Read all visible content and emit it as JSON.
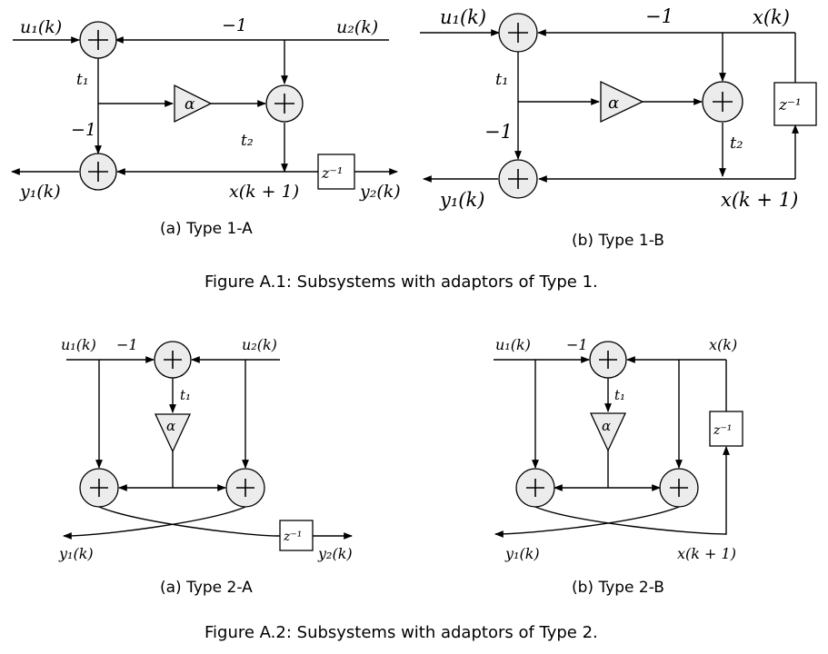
{
  "figure_a1": {
    "caption": "Figure A.1: Subsystems with adaptors of Type 1.",
    "sub_a": {
      "caption": "(a) Type 1-A",
      "u1": "u₁(k)",
      "u2": "u₂(k)",
      "y1": "y₁(k)",
      "y2": "y₂(k)",
      "xk1": "x(k + 1)",
      "t1": "t₁",
      "t2": "t₂",
      "minus_top": "−1",
      "minus_left": "−1",
      "alpha": "α",
      "delay": "z⁻¹"
    },
    "sub_b": {
      "caption": "(b) Type 1-B",
      "u1": "u₁(k)",
      "xk": "x(k)",
      "y1": "y₁(k)",
      "xk1": "x(k + 1)",
      "t1": "t₁",
      "t2": "t₂",
      "minus_top": "−1",
      "minus_left": "−1",
      "alpha": "α",
      "delay": "z⁻¹"
    }
  },
  "figure_a2": {
    "caption": "Figure A.2: Subsystems with adaptors of Type 2.",
    "sub_a": {
      "caption": "(a) Type 2-A",
      "u1": "u₁(k)",
      "u2": "u₂(k)",
      "y1": "y₁(k)",
      "y2": "y₂(k)",
      "t1": "t₁",
      "minus": "−1",
      "alpha": "α",
      "delay": "z⁻¹"
    },
    "sub_b": {
      "caption": "(b) Type 2-B",
      "u1": "u₁(k)",
      "xk": "x(k)",
      "y1": "y₁(k)",
      "xk1": "x(k + 1)",
      "t1": "t₁",
      "minus": "−1",
      "alpha": "α",
      "delay": "z⁻¹"
    }
  }
}
